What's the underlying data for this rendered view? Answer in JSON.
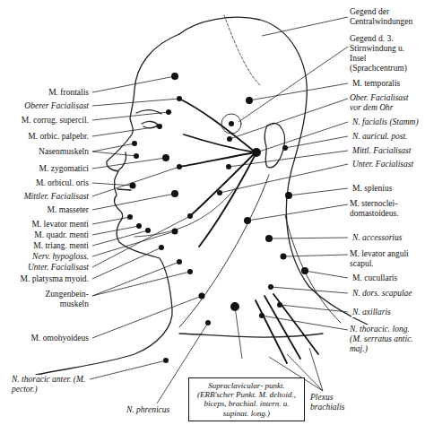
{
  "diagram": {
    "nodes": [
      {
        "text": [
          "Supraclavicular- punkt. (ERB'scher Punkt. M. deltoid., biceps, brachial. intern. u. supinat. long.)"
        ]
      }
    ],
    "labels": [
      "M. frontalis",
      "Oberer Facialisast",
      "M. corrug. supercil.",
      "M. orbic. palpebr.",
      "Nasenmuskeln",
      "M. zygomatici",
      "M. orbicul. oris",
      "Mittler. Facialisast",
      "M. masseter",
      "M. levator menti",
      "M. quadr. menti",
      "M. triang. menti",
      "Nerv. hypogloss.",
      "Unter. Facialisast",
      "M. platysma myoid.",
      "Zungenbein- muskeln",
      "M. omohyoideus",
      "N. thoracic anter. (M. pector.)",
      "Gegend der Centralwindungen",
      "Gegend d. 3. Stirnwindung u. Insel (Sprachcentrum)",
      "M. temporalis",
      "Ober. Facialisast vor dem Ohr",
      "N. facialis (Stamm)",
      "N. auricul. post.",
      "Mittl. Facialisast",
      "Unter. Facialisast",
      "M. splenius",
      "M. sternoclei- domastoideus.",
      "N. accessorius",
      "M. levator anguli scapul.",
      "M. cucullaris",
      "N. dors. scapulae",
      "N. axillaris",
      "N. thoracic. long. (M. serratus antic. maj.)",
      "N. phrenicus",
      "Plexus brachialis"
    ]
  }
}
